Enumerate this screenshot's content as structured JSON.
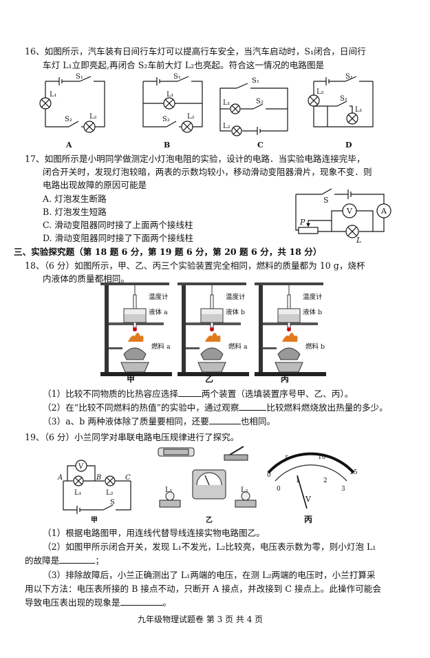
{
  "q16": {
    "line1": "16、如图所示，汽车装有日间行车灯可以提高行车安全，当汽车启动时，S₁闭合，日间行",
    "line2": "车灯 L₁立即亮起,再闭合 S₂车前大灯 L₂也亮起。符合这一情况的电路图是",
    "options": [
      "A",
      "B",
      "C",
      "D"
    ],
    "labels": {
      "S1": "S₁",
      "S2": "S₂",
      "L1": "L₁",
      "L2": "L₂"
    }
  },
  "q17": {
    "line1": "17、如图所示是小明同学做测定小灯泡电阻的实验，设计的电路．当实验电路连接完毕，",
    "line2": "闭合开关时，发现灯泡较暗，两表的示数均较小，移动滑动变阻器滑片，现象不变．则",
    "line3": "电路出现故障的原因可能是",
    "choices": [
      "A. 灯泡发生断路",
      "B. 灯泡发生短路",
      "C. 滑动变阻器同时接了上面两个接线柱",
      "D. 滑动变阻器同时接了下面两个接线柱"
    ],
    "circuit": {
      "S": "S",
      "V": "V",
      "A": "A",
      "P": "P",
      "L": "L"
    }
  },
  "section3": "三、实验探究题（第 18 题 6 分，第 19 题 6 分，第 20 题 6 分，共 18 分）",
  "q18": {
    "line1": "18、（6 分）如图所示，甲、乙、丙三个实验装置完全相同，燃料的质量都为 10 g，烧杯",
    "line2": "内液体的质量都相同。",
    "apparatus": [
      {
        "thermo": "温度计",
        "liquid": "液体 a",
        "fuel": "燃料 a",
        "name": "甲"
      },
      {
        "thermo": "温度计",
        "liquid": "液体 b",
        "fuel": "燃料 a",
        "name": "乙"
      },
      {
        "thermo": "温度计",
        "liquid": "液体 b",
        "fuel": "燃料 b",
        "name": "丙"
      }
    ],
    "sub1a": "（1）比较不同物质的比热容应选择",
    "sub1b": "两个装置（选填装置序号甲、乙、丙）。",
    "sub2a": "（2）在“比较不同燃料的热值”的实验中，通过观察",
    "sub2b": "比较燃料燃烧放出热量的多少。",
    "sub3a": "（3）a、b 两种液体除了质量要相同，还要",
    "sub3b": "也相同。"
  },
  "q19": {
    "line1": "19、（6 分）小兰同学对串联电路电压规律进行了探究。",
    "fig_labels": {
      "jia": "甲",
      "yi": "乙",
      "bing": "丙",
      "A": "A",
      "B": "B",
      "C": "C",
      "V": "V",
      "S": "S",
      "L1": "L₁",
      "L2": "L₂"
    },
    "meter": {
      "ticks": [
        "0",
        "5",
        "10",
        "15",
        "0",
        "1",
        "2",
        "3"
      ],
      "needle_value": 0.6,
      "unit": "V"
    },
    "sub1": "（1）根据电路图甲，用连线代替导线连接实物电路图乙。",
    "sub2a": "（2）如图甲所示闭合开关，发现 L₁不发光，L₂比较亮，电压表示数为零，则小灯泡 L₁",
    "sub2b": "的故障是",
    "sub2c": "；",
    "sub3a": "（3）排除故障后，小兰正确测出了 L₁两端的电压，在测 L₂两端的电压时，小兰打算采",
    "sub3b": "用以下方法：电压表所接的 B 接点不动，只断开 A 接点，并改接到 C 接点上。此操作可能会",
    "sub3c": "导致电压表出现的现象是",
    "sub3d": "。"
  },
  "footer": "九年级物理试题卷 第 3 页 共 4 页"
}
